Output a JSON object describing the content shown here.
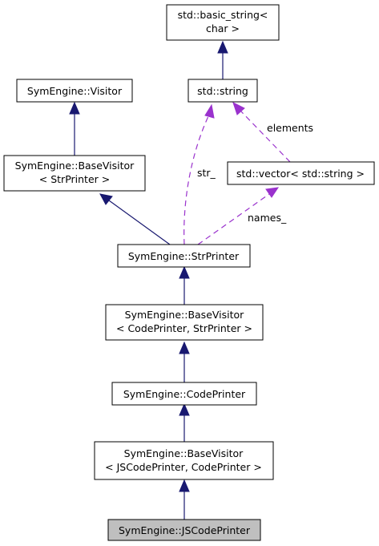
{
  "colors": {
    "inheritance_edge": "#191970",
    "usage_edge": "#9a32cd",
    "node_fill": "#ffffff",
    "node_border": "#000000",
    "focus_node_fill": "#bfbfbf"
  },
  "nodes": {
    "basic_string": {
      "line1": "std::basic_string<",
      "line2": "char >"
    },
    "string": {
      "line1": "std::string"
    },
    "visitor": {
      "line1": "SymEngine::Visitor"
    },
    "basevisitor_str": {
      "line1": "SymEngine::BaseVisitor",
      "line2": "< StrPrinter >"
    },
    "vector_string": {
      "line1": "std::vector< std::string >"
    },
    "strprinter": {
      "line1": "SymEngine::StrPrinter"
    },
    "basevisitor_code": {
      "line1": "SymEngine::BaseVisitor",
      "line2": "< CodePrinter, StrPrinter >"
    },
    "codeprinter": {
      "line1": "SymEngine::CodePrinter"
    },
    "basevisitor_js": {
      "line1": "SymEngine::BaseVisitor",
      "line2": "< JSCodePrinter, CodePrinter >"
    },
    "jscodeprinter": {
      "line1": "SymEngine::JSCodePrinter"
    }
  },
  "edge_labels": {
    "elements": "elements",
    "str_": "str_",
    "names_": "names_"
  }
}
